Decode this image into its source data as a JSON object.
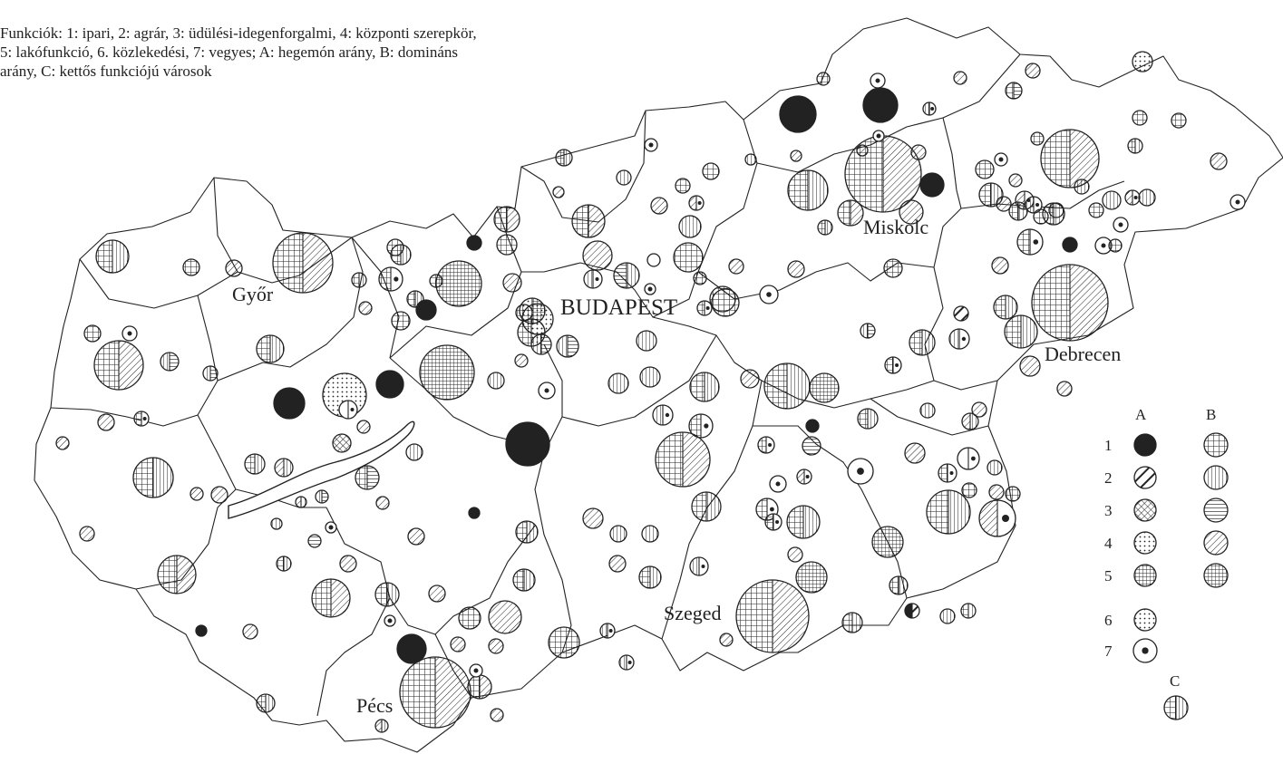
{
  "caption": {
    "line1": "Funkciók: 1: ipari, 2: agrár, 3: üdülési-idegenforgalmi, 4: központi szerepkör,",
    "line2": "5: lakófunkció, 6. közlekedési, 7: vegyes; A: hegemón arány, B: domináns",
    "line3": "arány, C: kettős funkciójú városok"
  },
  "cities": {
    "budapest": "BUDAPEST",
    "gyor": "Győr",
    "miskolc": "Miskolc",
    "debrecen": "Debrecen",
    "szeged": "Szeged",
    "pecs": "Pécs"
  },
  "legend": {
    "col_a": "A",
    "col_b": "B",
    "col_c": "C",
    "rows": [
      "1",
      "2",
      "3",
      "4",
      "5",
      "6",
      "7"
    ]
  },
  "colors": {
    "ink": "#222222",
    "background": "#ffffff"
  }
}
